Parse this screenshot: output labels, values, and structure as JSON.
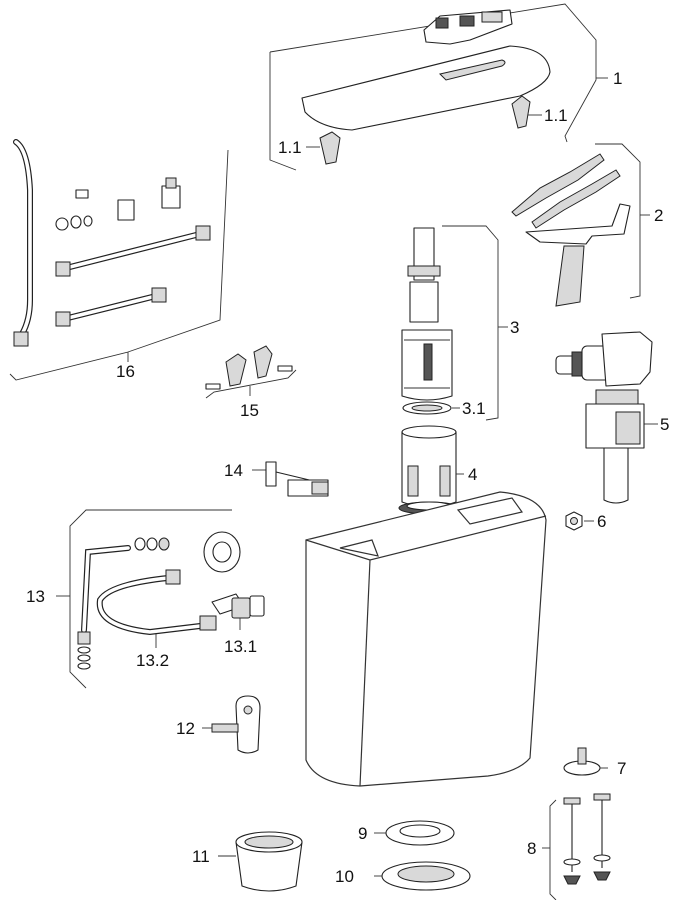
{
  "callouts": {
    "c1": "1",
    "c1_1a": "1.1",
    "c1_1b": "1.1",
    "c2": "2",
    "c3": "3",
    "c3_1": "3.1",
    "c4": "4",
    "c5": "5",
    "c6": "6",
    "c7": "7",
    "c8": "8",
    "c9": "9",
    "c10": "10",
    "c11": "11",
    "c12": "12",
    "c13": "13",
    "c13_1": "13.1",
    "c13_2": "13.2",
    "c14": "14",
    "c15": "15",
    "c16": "16"
  }
}
